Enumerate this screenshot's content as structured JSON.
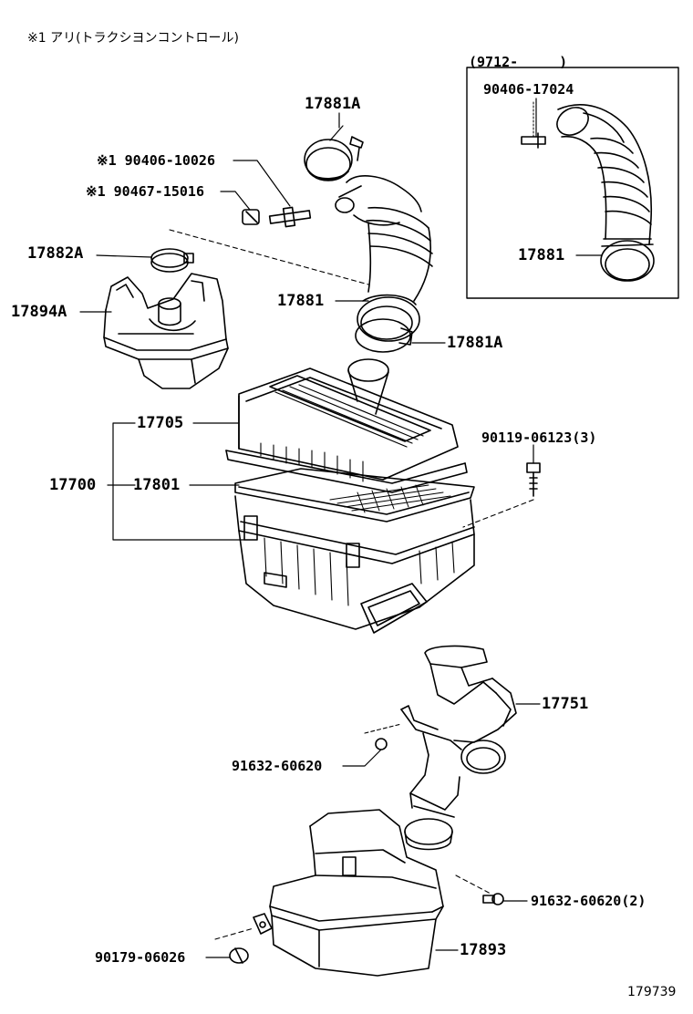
{
  "note": "※1 アリ(トラクシヨンコントロール)",
  "inset_date": "(9712-　　　)",
  "figure_number": "179739",
  "labels": {
    "p17881A_top": "17881A",
    "p90406_10026": "※1 90406-10026",
    "p90467_15016": "※1 90467-15016",
    "p17882A": "17882A",
    "p17894A": "17894A",
    "p17881_main": "17881",
    "p17881A_bottom": "17881A",
    "p17705": "17705",
    "p17700": "17700",
    "p17801": "17801",
    "p90119": "90119-06123(3)",
    "p17751": "17751",
    "p91632_single": "91632-60620",
    "p91632_double": "91632-60620(2)",
    "p90179": "90179-06026",
    "p17893": "17893",
    "inset_90406_17024": "90406-17024",
    "inset_17881": "17881"
  }
}
